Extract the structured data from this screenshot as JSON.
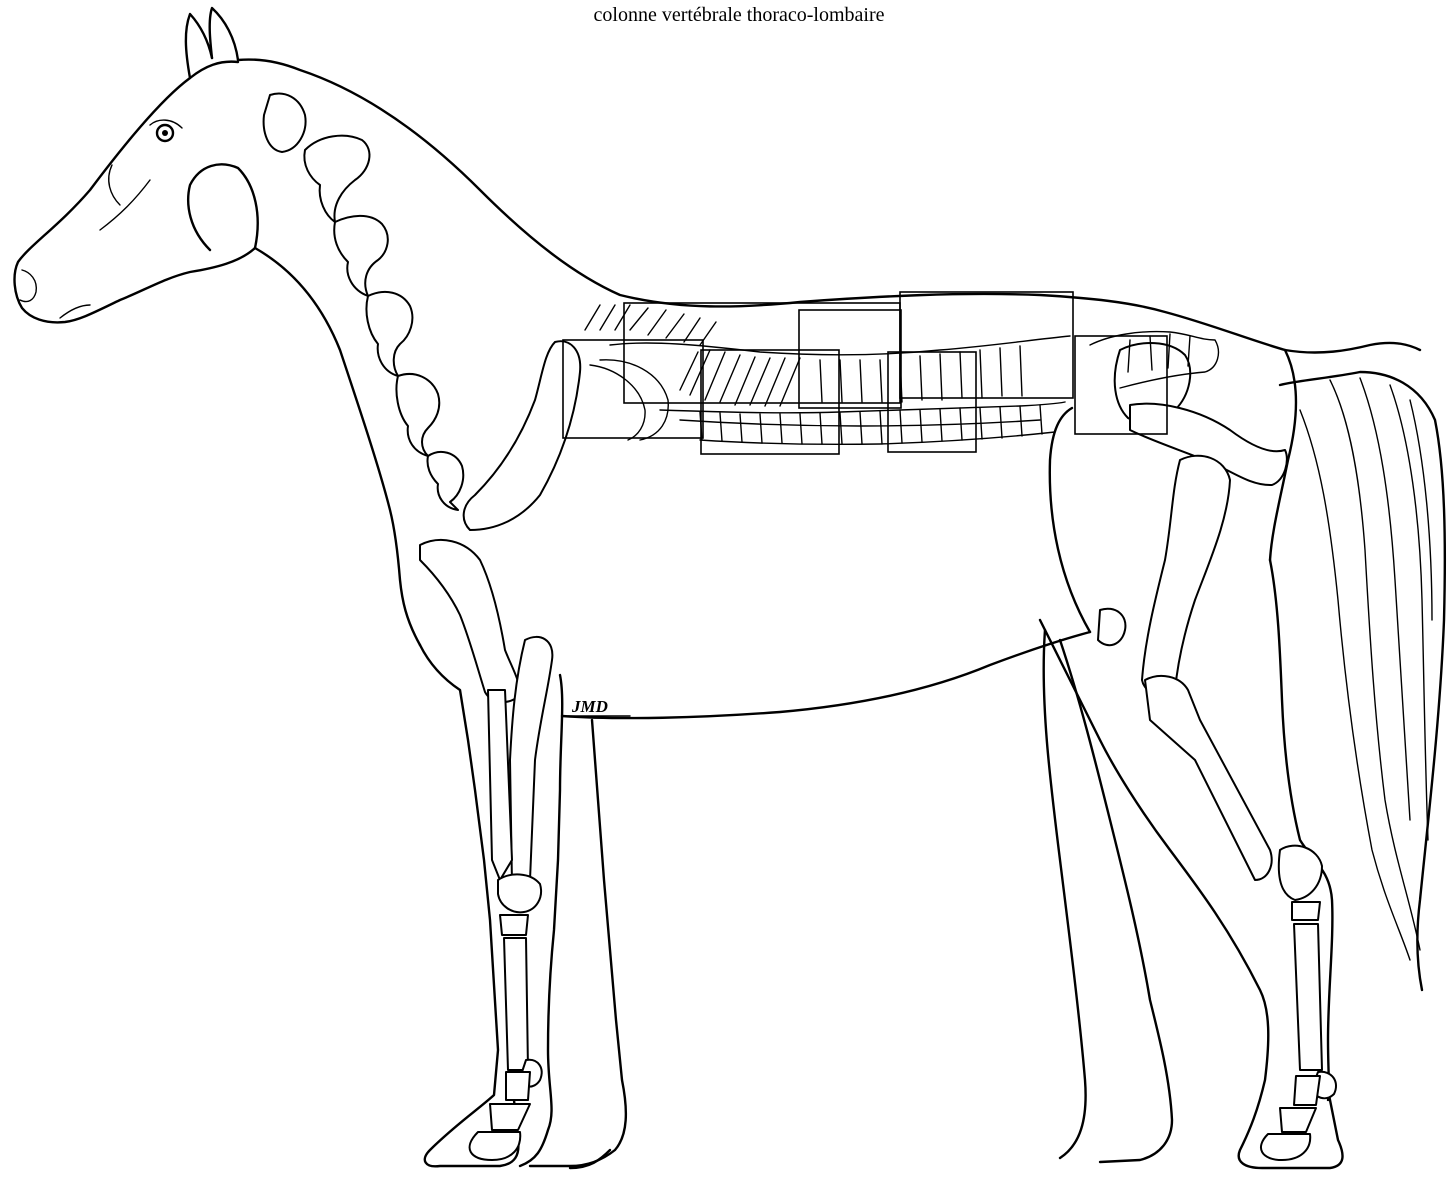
{
  "title": "colonne vertébrale thoraco-lombaire",
  "signature": "JMD",
  "subject": "horse-skeleton-overlay",
  "colors": {
    "ink": "#000000",
    "paper": "#ffffff"
  }
}
